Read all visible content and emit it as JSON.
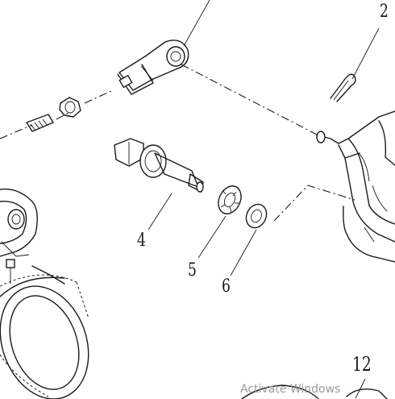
{
  "callouts": {
    "part_2": "2",
    "part_4": "4",
    "part_5": "5",
    "part_6": "6",
    "part_12": "12"
  },
  "watermark": "Activate Windows"
}
